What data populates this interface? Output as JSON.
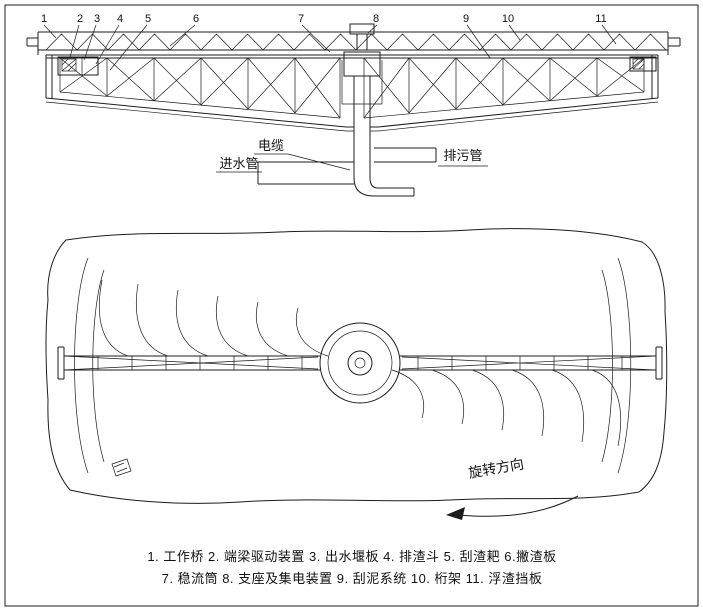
{
  "diagram": {
    "callouts": [
      "1",
      "2",
      "3",
      "4",
      "5",
      "6",
      "7",
      "8",
      "9",
      "10",
      "11"
    ],
    "labels": {
      "inlet_pipe": "进水管",
      "cable": "电缆",
      "drain_pipe": "排污管",
      "rotation_direction": "旋转方向"
    },
    "legend": {
      "line1": "1. 工作桥 2. 端梁驱动装置 3. 出水堰板 4. 排渣斗 5. 刮渣耙 6.撇渣板",
      "line2": "7. 稳流筒 8. 支座及集电装置 9. 刮泥系统 10. 桁架 11. 浮渣挡板"
    },
    "colors": {
      "line": "#1c1c1c",
      "background": "#ffffff"
    }
  }
}
